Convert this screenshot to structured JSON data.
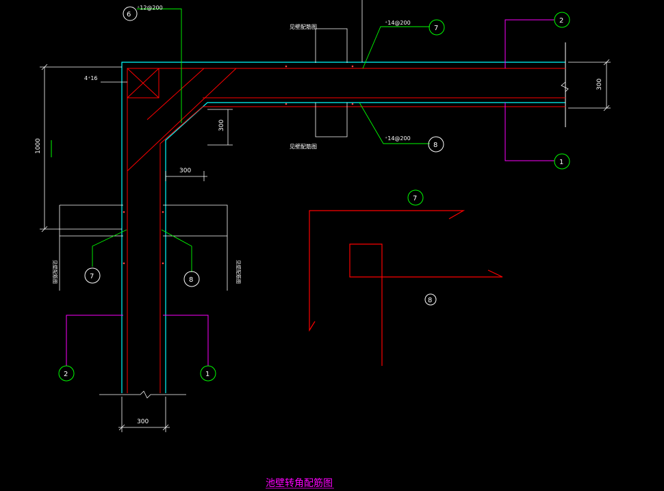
{
  "title": "池壁转角配筋图",
  "colors": {
    "background": "#000000",
    "concrete_outline": "#00ffff",
    "rebar": "#ff0000",
    "leader": "#00ff00",
    "callout_bubble": "#00ff00",
    "dimension": "#ffffff",
    "section_marker": "#ff00ff",
    "title": "#ff00ff"
  },
  "dimensions": {
    "wall_height": "1000",
    "bottom_wall_thickness": "300",
    "right_wall_thickness": "300",
    "haunch_vertical": "300",
    "haunch_horizontal": "300"
  },
  "annotations": {
    "corner_bars": "4⁺16",
    "rebar_top_12": "⁺12@200",
    "rebar_7_spec": "⁺14@200",
    "rebar_8_spec": "⁺14@200",
    "see_wall_ref_top": "见壁配筋图",
    "see_wall_ref_mid": "见壁配筋图",
    "see_wall_ref_left": "见壁配筋图",
    "see_wall_ref_right": "见壁配筋图"
  },
  "callouts": {
    "top_6": "6",
    "top_7": "7",
    "top_8": "8",
    "right_2": "2",
    "right_1": "1",
    "left_7": "7",
    "left_8": "8",
    "bottom_2": "2",
    "bottom_1": "1",
    "detail_7": "7",
    "detail_8": "8"
  }
}
